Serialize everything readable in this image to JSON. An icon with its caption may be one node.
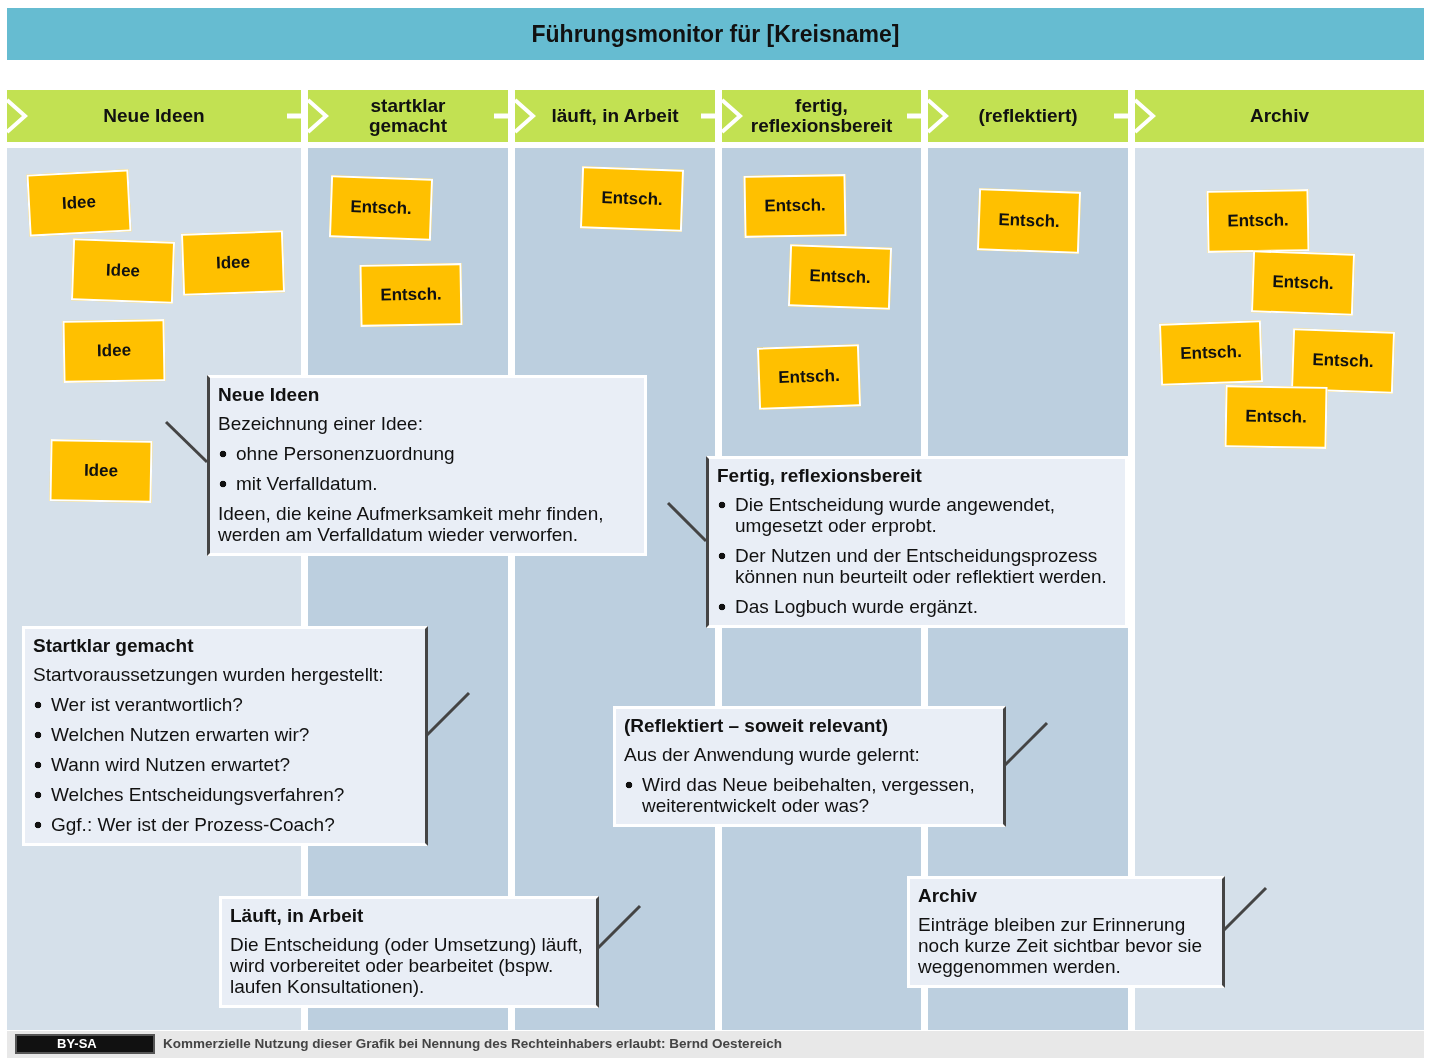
{
  "diagram": {
    "title": "Führungsmonitor für [Kreisname]",
    "nodes": [
      {
        "text": [
          "Neue Ideen"
        ]
      },
      {
        "text": [
          "Idee"
        ],
        "in": 0
      },
      {
        "text": [
          "Idee"
        ],
        "in": 0
      },
      {
        "text": [
          "Idee"
        ],
        "in": 0
      },
      {
        "text": [
          "Idee"
        ],
        "in": 0
      },
      {
        "text": [
          "Idee"
        ],
        "in": 0
      },
      {
        "text": [
          "startklar gemacht"
        ]
      },
      {
        "text": [
          "Entsch."
        ],
        "in": 6
      },
      {
        "text": [
          "Entsch."
        ],
        "in": 6
      },
      {
        "text": [
          "läuft, in Arbeit"
        ]
      },
      {
        "text": [
          "Entsch."
        ],
        "in": 9
      },
      {
        "text": [
          "fertig, reflexionsbereit"
        ]
      },
      {
        "text": [
          "Entsch."
        ],
        "in": 11
      },
      {
        "text": [
          "Entsch."
        ],
        "in": 11
      },
      {
        "text": [
          "Entsch."
        ],
        "in": 11
      },
      {
        "text": [
          "(reflektiert)"
        ]
      },
      {
        "text": [
          "Entsch."
        ],
        "in": 15
      },
      {
        "text": [
          "Archiv"
        ]
      },
      {
        "text": [
          "Entsch."
        ],
        "in": 17
      },
      {
        "text": [
          "Entsch."
        ],
        "in": 17
      },
      {
        "text": [
          "Entsch."
        ],
        "in": 17
      },
      {
        "text": [
          "Entsch."
        ],
        "in": 17
      },
      {
        "text": [
          "Entsch."
        ],
        "in": 17
      },
      {
        "text": [
          "Neue Ideen",
          "Bezeichnung einer Idee:",
          "ohne Personenzuordnung",
          "mit Verfalldatum.",
          "Ideen, die keine Aufmerksamkeit mehr finden, werden am Verfalldatum wieder verworfen."
        ]
      },
      {
        "text": [
          "Startklar gemacht",
          "Startvoraussetzungen wurden hergestellt:",
          "Wer ist verantwortlich?",
          "Welchen Nutzen erwarten wir?",
          "Wann wird Nutzen erwartet?",
          "Welches Entscheidungsverfahren?",
          "Ggf.: Wer ist der Prozess-Coach?"
        ]
      },
      {
        "text": [
          "Läuft, in Arbeit",
          "Die Entscheidung (oder Umsetzung) läuft, wird vorbereitet oder bearbeitet (bspw. laufen Konsultationen)."
        ]
      },
      {
        "text": [
          "Fertig, reflexionsbereit",
          "Die Entscheidung wurde angewendet, umgesetzt oder erprobt.",
          "Der Nutzen und der Entscheidungsprozess können nun beurteilt oder reflektiert werden.",
          "Das Logbuch wurde ergänzt."
        ]
      },
      {
        "text": [
          "(Reflektiert – soweit relevant)",
          "Aus der Anwendung wurde gelernt:",
          "Wird das Neue beibehalten, vergessen, weiterentwickelt oder was?"
        ]
      },
      {
        "text": [
          "Archiv",
          "Einträge bleiben zur Erinnerung noch kurze Zeit sichtbar bevor sie weggenommen werden."
        ]
      }
    ],
    "edges": [
      {
        "from": null,
        "to": 0,
        "arrow": "to"
      },
      {
        "from": 0,
        "to": 6,
        "arrow": "to"
      },
      {
        "from": 6,
        "to": 9,
        "arrow": "to"
      },
      {
        "from": 9,
        "to": 11,
        "arrow": "to"
      },
      {
        "from": 11,
        "to": 15,
        "arrow": "to"
      },
      {
        "from": 15,
        "to": 17,
        "arrow": "to"
      },
      {
        "from": 23,
        "to": null,
        "arrow": "none",
        "color": "#444444"
      },
      {
        "from": 24,
        "to": null,
        "arrow": "none",
        "color": "#444444"
      },
      {
        "from": 25,
        "to": null,
        "arrow": "none",
        "color": "#444444"
      },
      {
        "from": 26,
        "to": null,
        "arrow": "none",
        "color": "#444444"
      },
      {
        "from": 27,
        "to": null,
        "arrow": "none",
        "color": "#444444"
      },
      {
        "from": 28,
        "to": null,
        "arrow": "none",
        "color": "#444444"
      }
    ],
    "labels": [
      "BY-SA",
      "Kommerzielle Nutzung dieser Grafik bei Nennung des Rechteinhabers erlaubt: Bernd Oestereich"
    ]
  }
}
